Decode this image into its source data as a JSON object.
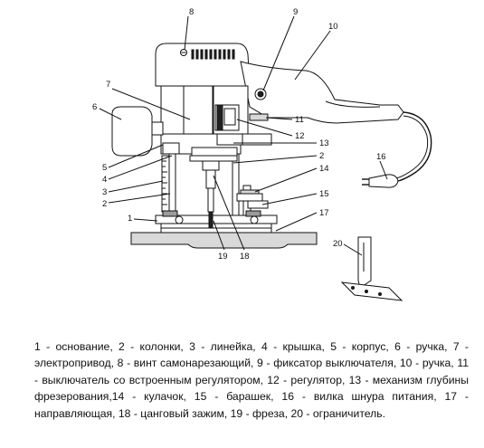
{
  "labels": {
    "l1": "1",
    "l2a": "2",
    "l2b": "2",
    "l3": "3",
    "l4": "4",
    "l5": "5",
    "l6": "6",
    "l7": "7",
    "l8": "8",
    "l9": "9",
    "l10": "10",
    "l11": "11",
    "l12": "12",
    "l13": "13",
    "l14": "14",
    "l15": "15",
    "l16": "16",
    "l17": "17",
    "l18": "18",
    "l19": "19",
    "l20": "20"
  },
  "caption": "1 - основание, 2 - колонки, 3 - линейка, 4 - крышка, 5 - корпус, 6 - ручка, 7 - электропривод, 8 - винт самонарезающий, 9 - фиксатор выключателя, 10 - ручка, 11 - выключатель со встроенным регулятором, 12 - регулятор, 13 - механизм глубины фрезерования,14 - кулачок, 15 - барашек, 16 - вилка шнура питания, 17 - направляющая, 18 - цанговый зажим, 19 - фреза, 20 - ограничитель."
}
